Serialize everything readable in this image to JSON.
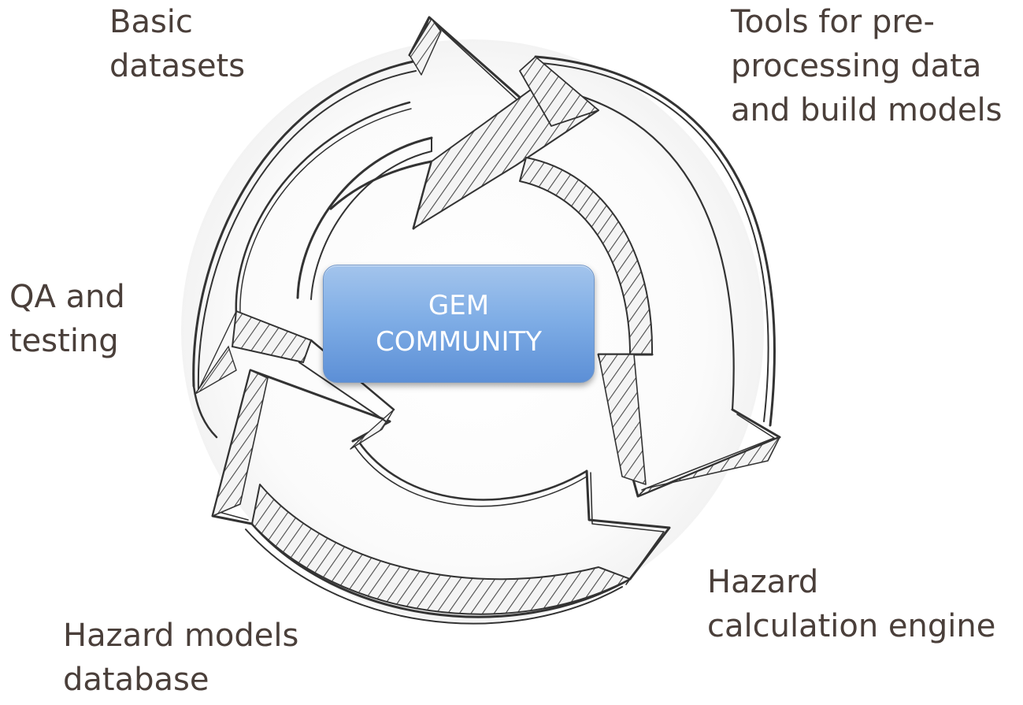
{
  "labels": {
    "basic_datasets": [
      "Basic",
      "datasets"
    ],
    "tools": [
      "Tools for pre-",
      "processing data",
      "and build models"
    ],
    "qa_testing": [
      "QA and",
      "testing"
    ],
    "hazard_calc": [
      "Hazard",
      "calculation engine"
    ],
    "hazard_models": [
      "Hazard models",
      "database"
    ]
  },
  "center": {
    "line1": "GEM",
    "line2": "COMMUNITY"
  },
  "colors": {
    "text": "#4a3f3a",
    "sketch": "#333333",
    "hatch": "#555555",
    "box_top": "#a3c4ec",
    "box_bottom": "#5c8fd6"
  }
}
